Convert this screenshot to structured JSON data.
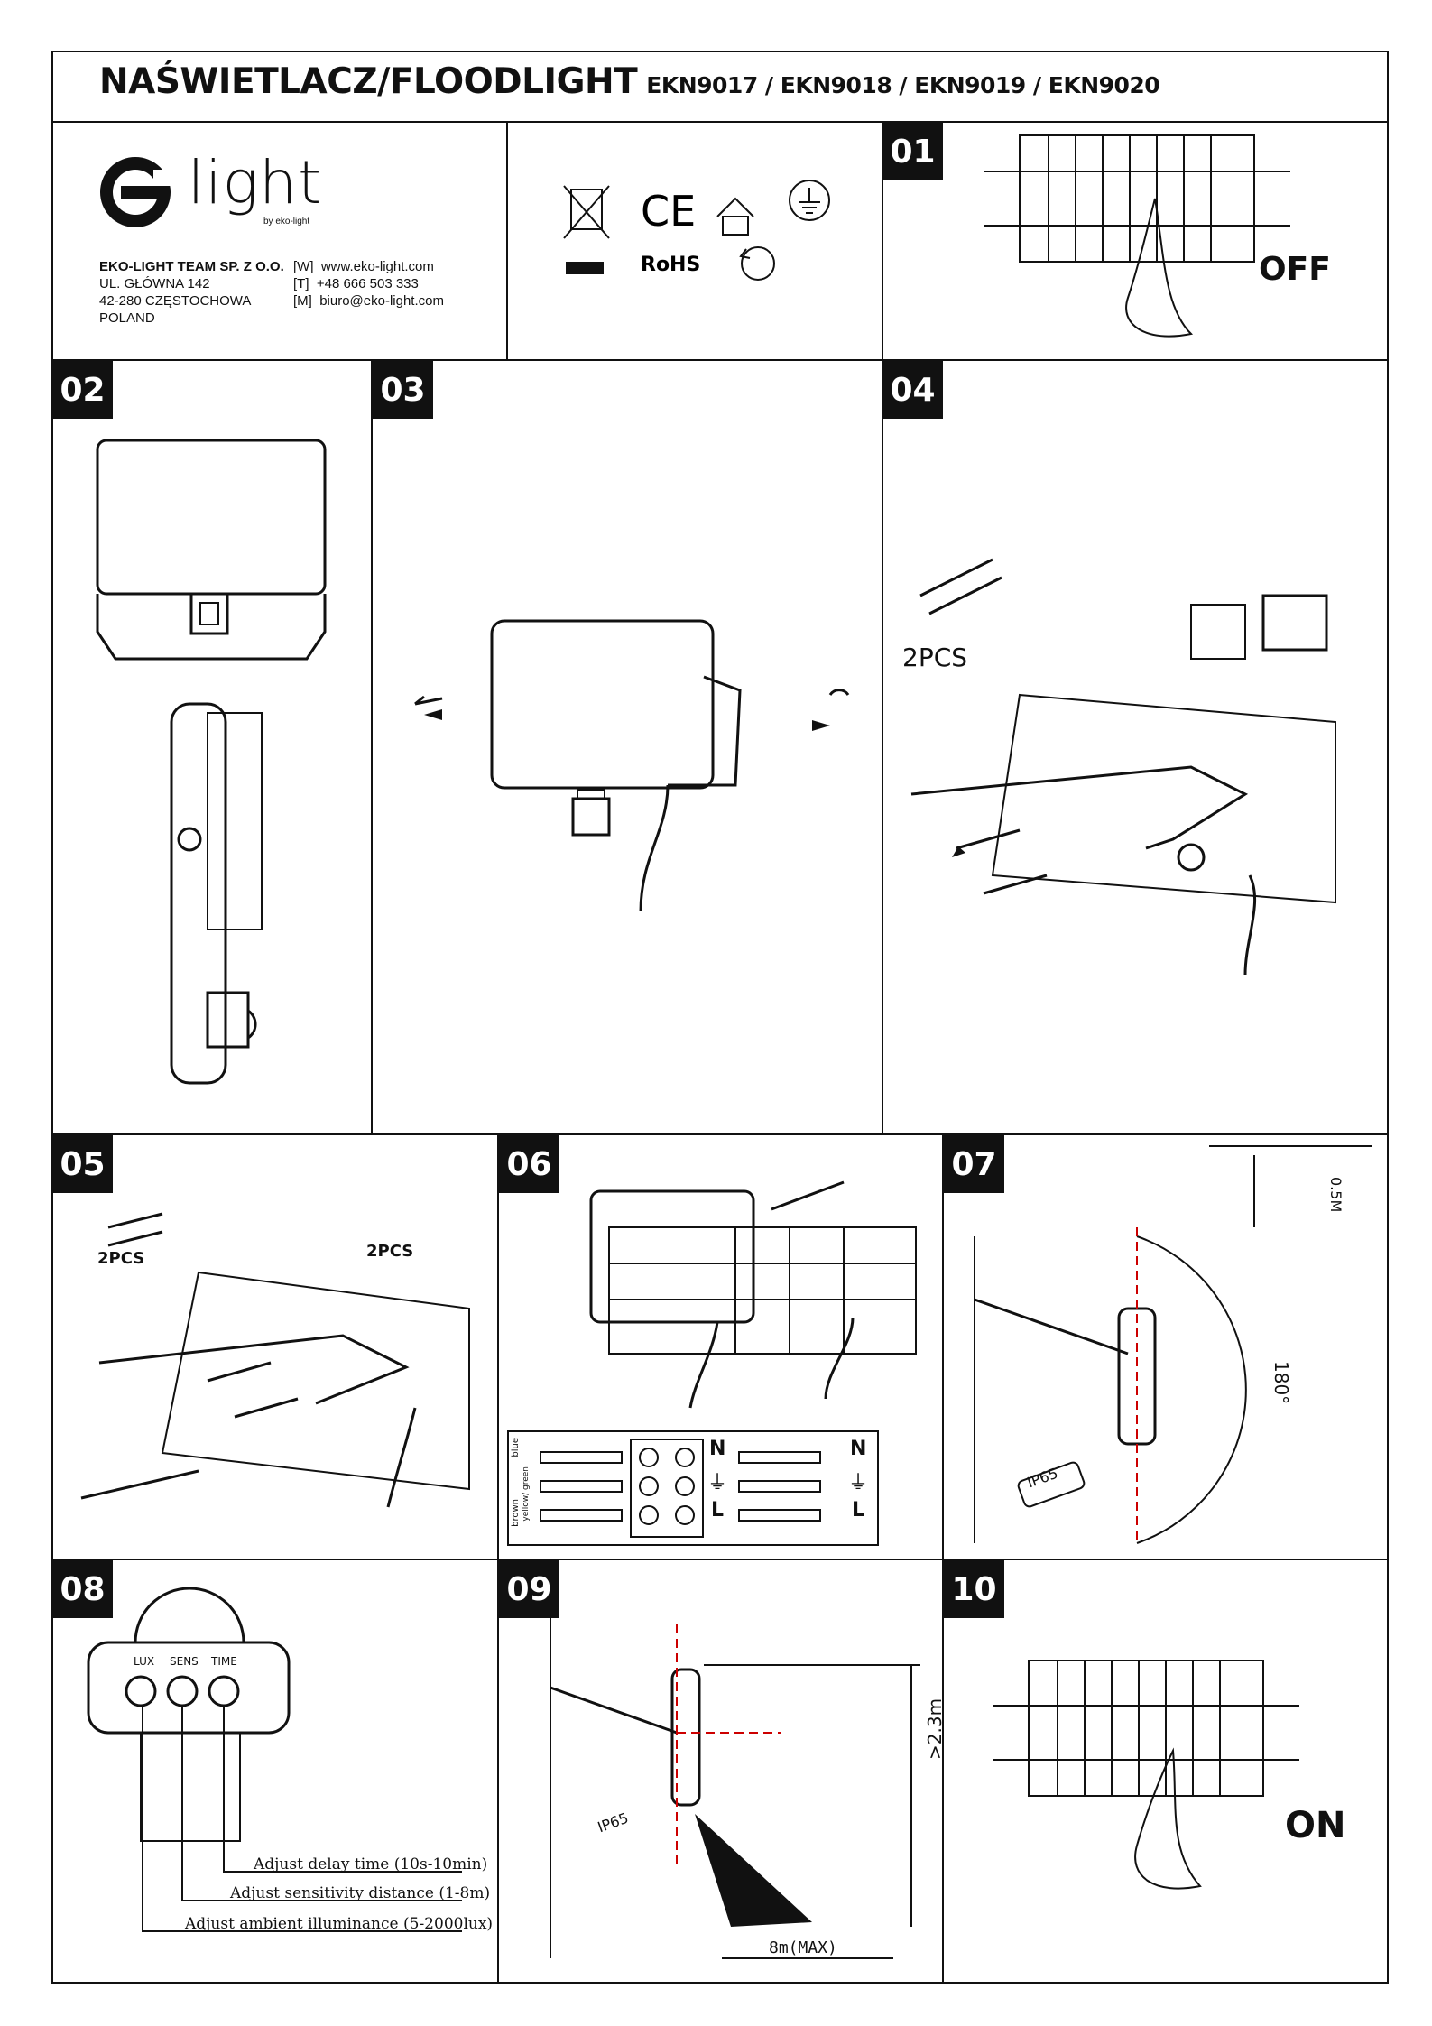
{
  "header": {
    "title": "NAŚWIETLACZ/FLOODLIGHT",
    "models": "EKN9017 / EKN9018 / EKN9019 / EKN9020"
  },
  "brand": {
    "logo_text": "light",
    "logo_tagline": "by eko-light"
  },
  "company": {
    "name": "EKO-LIGHT TEAM SP. Z O.O.",
    "street": "UL. GŁÓWNA 142",
    "city": "42-280 CZĘSTOCHOWA",
    "country": "POLAND"
  },
  "contacts": [
    {
      "key": "[W]",
      "value": "www.eko-light.com"
    },
    {
      "key": "[T]",
      "value": "+48 666 503 333"
    },
    {
      "key": "[M]",
      "value": "biuro@eko-light.com"
    }
  ],
  "certifications": [
    "weee-bin-icon",
    "ce-mark-icon",
    "indoor-use-icon",
    "earth-ground-icon",
    "rohs-icon",
    "recycle-icon"
  ],
  "cert_text": {
    "ce": "CE",
    "rohs": "RoHS"
  },
  "steps": {
    "s01": {
      "num": "01",
      "label": "OFF"
    },
    "s02": {
      "num": "02"
    },
    "s03": {
      "num": "03"
    },
    "s04": {
      "num": "04",
      "pcs": "2PCS"
    },
    "s05": {
      "num": "05",
      "pcs_left": "2PCS",
      "pcs_right": "2PCS"
    },
    "s06": {
      "num": "06",
      "wires": [
        "blue",
        "yellow/ green",
        "brown"
      ],
      "terminals": [
        "N",
        "⏚",
        "L"
      ]
    },
    "s07": {
      "num": "07",
      "height": "0.5M",
      "angle": "180°",
      "ip": "IP65"
    },
    "s08": {
      "num": "08",
      "knobs": [
        "LUX",
        "SENS",
        "TIME"
      ],
      "notes": [
        "Adjust delay time (10s-10min)",
        "Adjust sensitivity distance (1-8m)",
        "Adjust ambient illuminance (5-2000lux)"
      ]
    },
    "s09": {
      "num": "09",
      "ip": "IP65",
      "height": ">2.3m",
      "distance": "8m(MAX)"
    },
    "s10": {
      "num": "10",
      "label": "ON"
    }
  }
}
